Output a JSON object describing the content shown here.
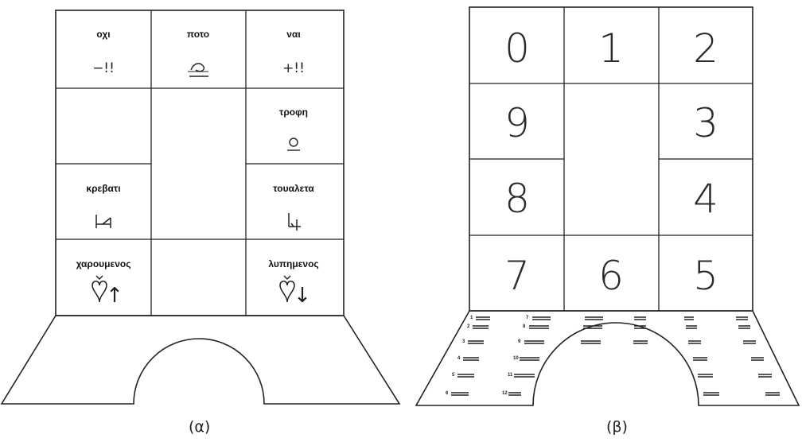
{
  "panel_a": {
    "caption": "(α)",
    "cells": {
      "no": {
        "word": "οχι",
        "symbol": "−!!"
      },
      "drink": {
        "word": "ποτο"
      },
      "yes": {
        "word": "ναι",
        "symbol": "+!!"
      },
      "food": {
        "word": "τροφη"
      },
      "bed": {
        "word": "κρεβατι"
      },
      "toilet": {
        "word": "τουαλετα"
      },
      "happy": {
        "word": "χαρουμενος",
        "arrow": "↑"
      },
      "sad": {
        "word": "λυπημενος",
        "arrow": "↓"
      }
    }
  },
  "panel_b": {
    "caption": "(β)",
    "digits": [
      "0",
      "1",
      "2",
      "9",
      "3",
      "8",
      "4",
      "7",
      "6",
      "5"
    ],
    "base_row_numbers": [
      "1",
      "2",
      "3",
      "4",
      "5",
      "6",
      "7",
      "8",
      "9",
      "10",
      "11",
      "12"
    ]
  }
}
